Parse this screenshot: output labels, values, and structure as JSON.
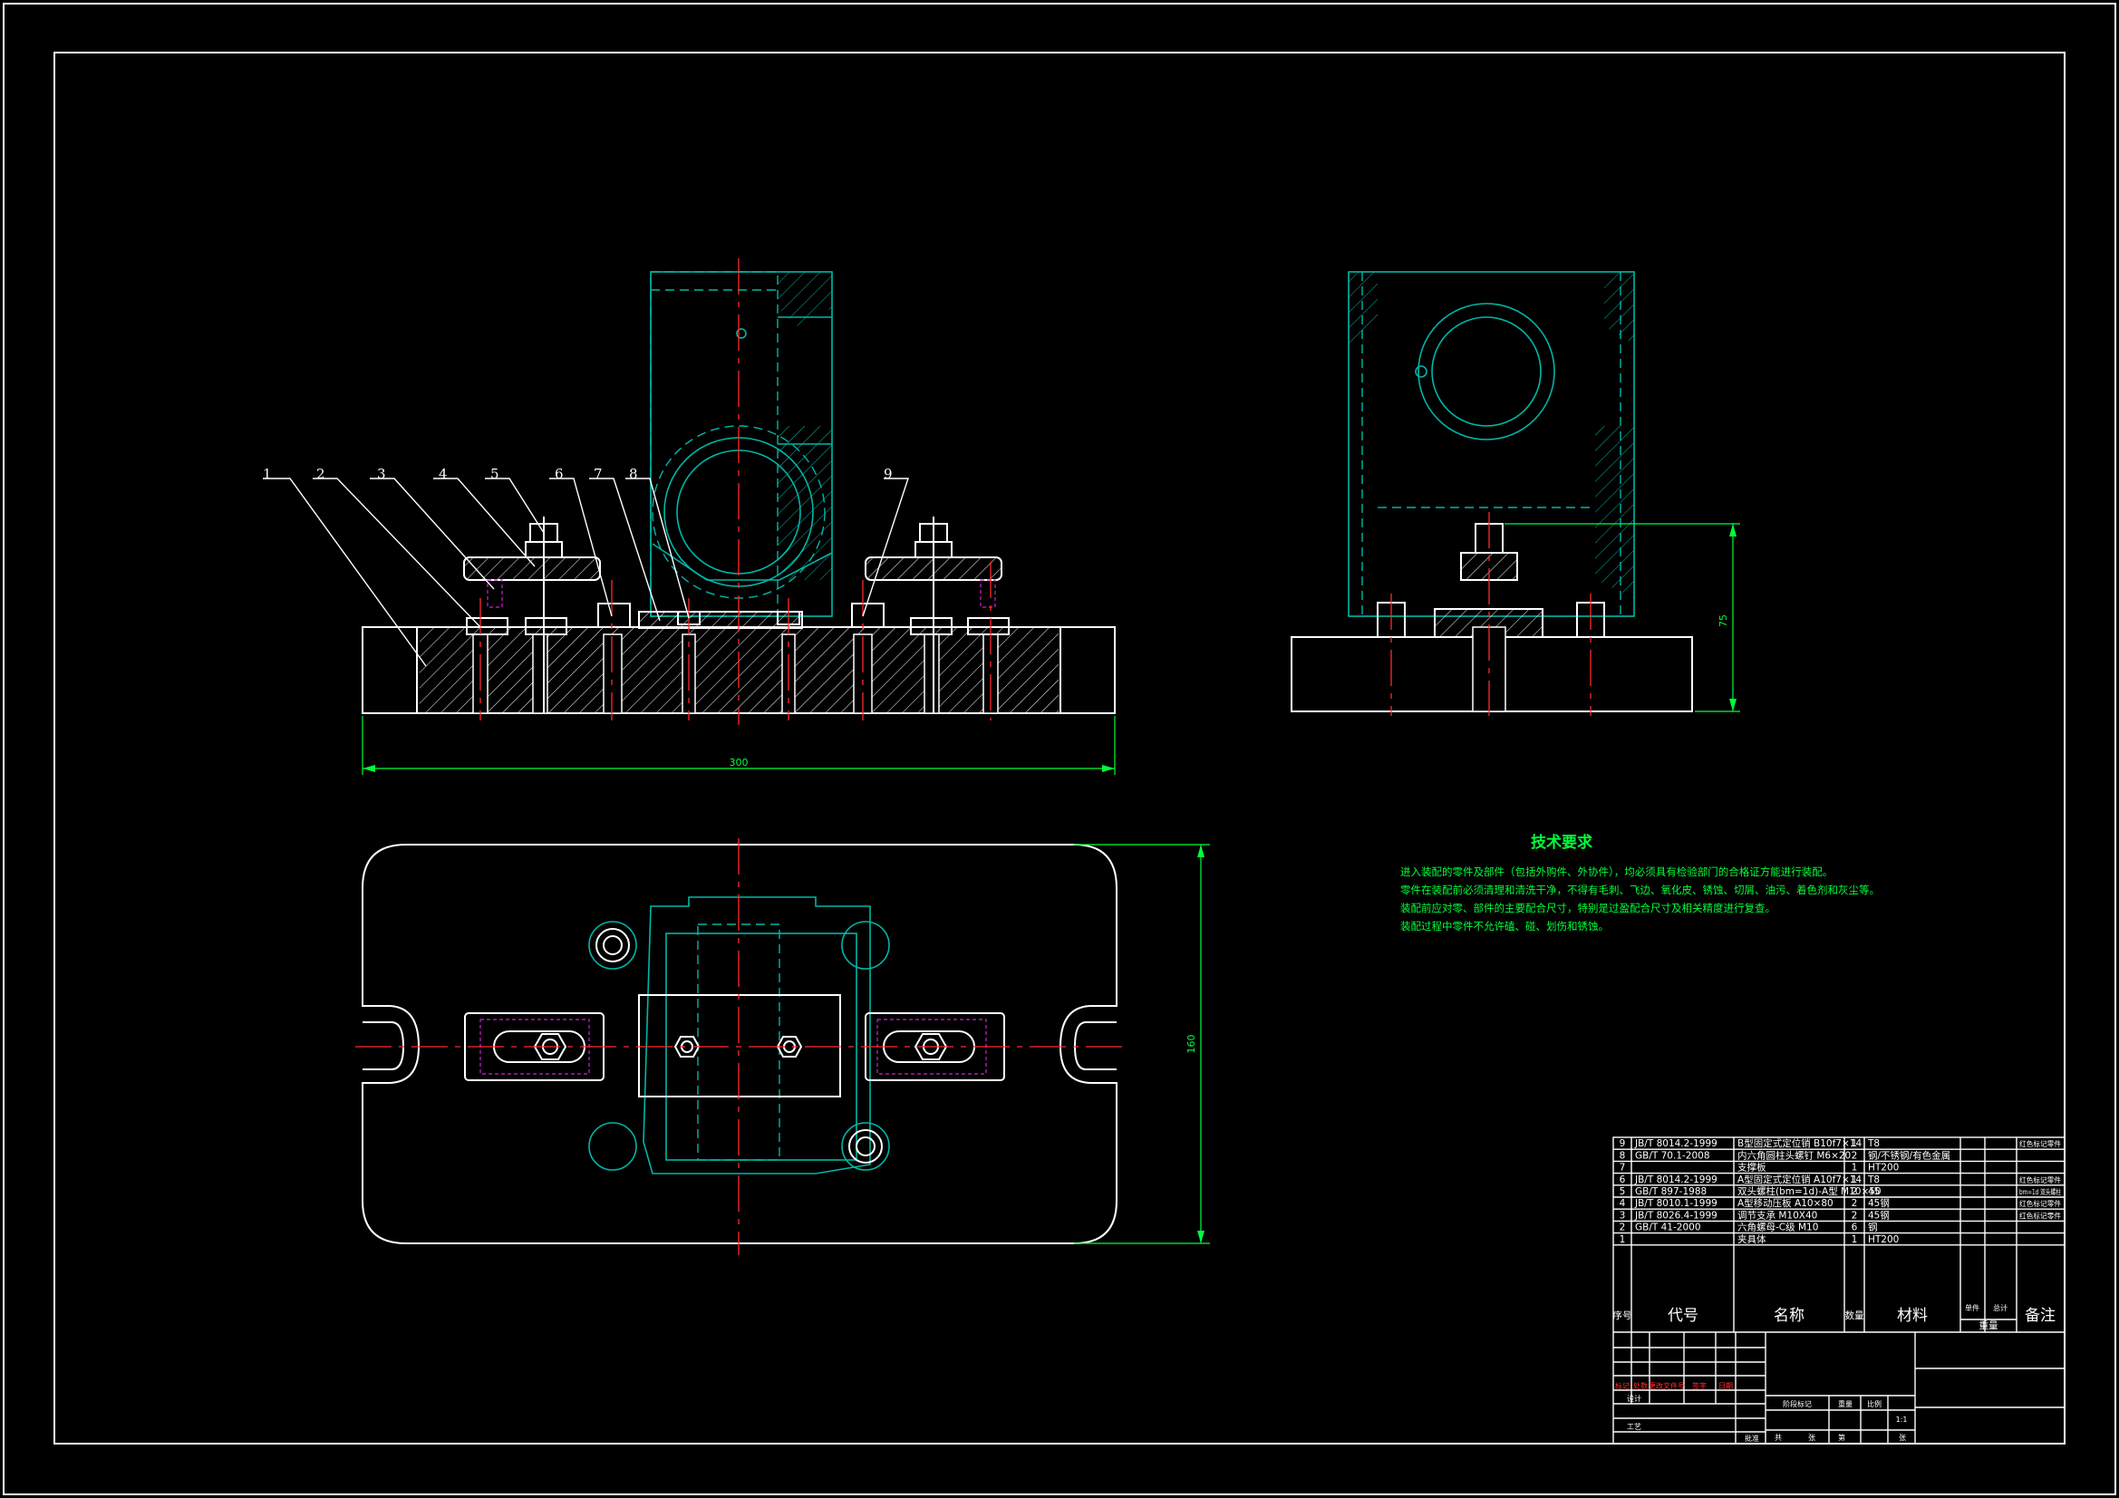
{
  "balloons": [
    "1",
    "2",
    "3",
    "4",
    "5",
    "6",
    "7",
    "8",
    "9"
  ],
  "dimensions": {
    "base_length": "300",
    "plan_width": "160",
    "side_height": "75"
  },
  "tech_requirements": {
    "title": "技术要求",
    "lines": [
      "进入装配的零件及部件（包括外购件、外协件），均必须具有检验部门的合格证方能进行装配。",
      "零件在装配前必须清理和清洗干净，不得有毛刺、飞边、氧化皮、锈蚀、切屑、油污、着色剂和灰尘等。",
      "装配前应对零、部件的主要配合尺寸，特别是过盈配合尺寸及相关精度进行复查。",
      "装配过程中零件不允许磕、碰、划伤和锈蚀。"
    ]
  },
  "bom": {
    "rows": [
      {
        "no": "9",
        "code": "JB/T 8014.2-1999",
        "name": "B型固定式定位销 B10f7×14",
        "qty": "1",
        "material": "T8",
        "note": "红色标记零件"
      },
      {
        "no": "8",
        "code": "GB/T 70.1-2008",
        "name": "内六角圆柱头螺钉 M6×20",
        "qty": "2",
        "material": "钢/不锈钢/有色金属",
        "note": ""
      },
      {
        "no": "7",
        "code": "",
        "name": "支撑板",
        "qty": "1",
        "material": "HT200",
        "note": ""
      },
      {
        "no": "6",
        "code": "JB/T 8014.2-1999",
        "name": "A型固定式定位销 A10f7×14",
        "qty": "1",
        "material": "T8",
        "note": "红色标记零件"
      },
      {
        "no": "5",
        "code": "GB/T 897-1988",
        "name": "双头螺柱(bm=1d)-A型 M10×50",
        "qty": "2",
        "material": "45",
        "note": "bm=1d 双头螺柱"
      },
      {
        "no": "4",
        "code": "JB/T 8010.1-1999",
        "name": "A型移动压板 A10×80",
        "qty": "2",
        "material": "45钢",
        "note": "红色标记零件"
      },
      {
        "no": "3",
        "code": "JB/T 8026.4-1999",
        "name": "调节支承 M10X40",
        "qty": "2",
        "material": "45钢",
        "note": "红色标记零件"
      },
      {
        "no": "2",
        "code": "GB/T 41-2000",
        "name": "六角螺母-C级 M10",
        "qty": "6",
        "material": "钢",
        "note": ""
      },
      {
        "no": "1",
        "code": "",
        "name": "夹具体",
        "qty": "1",
        "material": "HT200",
        "note": ""
      }
    ],
    "header": {
      "no": "序号",
      "code": "代号",
      "name": "名称",
      "qty": "数量",
      "material": "材料",
      "single": "单件",
      "total": "总计",
      "weight": "重量",
      "note": "备注"
    }
  },
  "title_block": {
    "row_labels": [
      "标记",
      "处数",
      "更改文件号",
      "签字",
      "日期"
    ],
    "design": "设计",
    "process": "工艺",
    "stage_labels": [
      "阶段标记",
      "重量",
      "比例"
    ],
    "scale": "1:1",
    "sheet_labels": [
      "共",
      "张",
      "第",
      "张"
    ],
    "approve": "批准"
  }
}
